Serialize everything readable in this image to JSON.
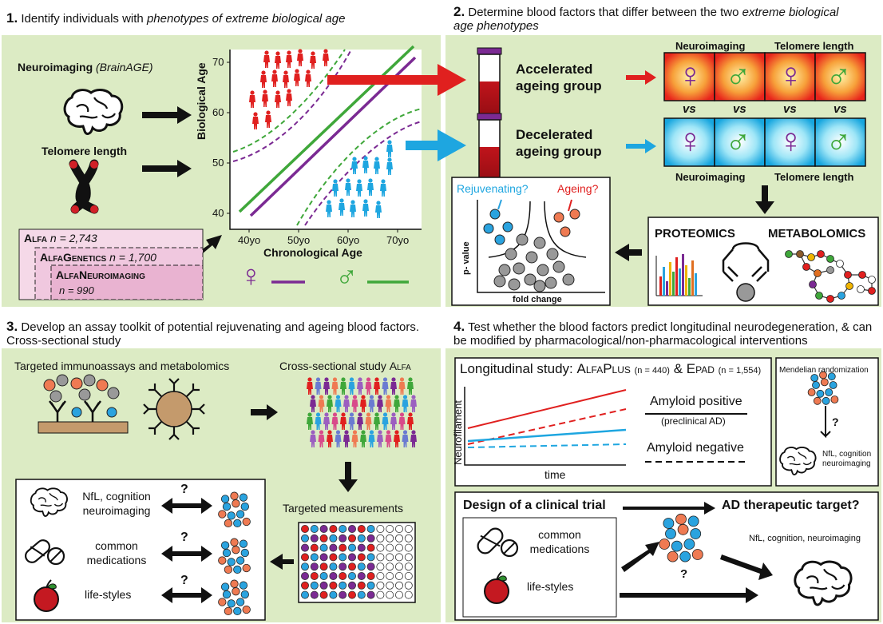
{
  "panel1": {
    "number": "1.",
    "title_plain": "Identify individuals with ",
    "title_italic": "phenotypes of extreme biological age",
    "neuroimaging_label": "Neuroimaging",
    "neuroimaging_sub": "(BrainAGE)",
    "telomere_label": "Telomere length",
    "cohort": {
      "alfa": "Alfa",
      "alfa_n": "n = 2,743",
      "genetics": "AlfaGenetics",
      "genetics_n": "n = 1,700",
      "neuro": "AlfaNeuroimaging",
      "neuro_n": "n = 990"
    },
    "chart": {
      "ylabel": "Biological Age",
      "xlabel": "Chronological Age",
      "yticks": [
        "70",
        "60",
        "50",
        "40"
      ],
      "xticks": [
        "40yo",
        "50yo",
        "60yo",
        "70yo"
      ]
    },
    "legend_female": "♀",
    "legend_male": "♂"
  },
  "panel2": {
    "number": "2.",
    "title_plain": "Determine blood factors that differ between the two ",
    "title_italic": "extreme biological age phenotypes",
    "accelerated": "Accelerated ageing group",
    "decelerated": "Decelerated ageing group",
    "top_neuro": "Neuroimaging",
    "top_telomere": "Telomere length",
    "bottom_neuro": "Neuroimaging",
    "bottom_telomere": "Telomere length",
    "vs": [
      "vs",
      "vs",
      "vs",
      "vs"
    ],
    "volcano": {
      "rejuvenating": "Rejuvenating?",
      "ageing": "Ageing?",
      "ylabel": "p- value",
      "xlabel": "fold change"
    },
    "proteomics": "PROTEOMICS",
    "metabolomics": "METABOLOMICS"
  },
  "panel3": {
    "number": "3.",
    "title": "Develop an assay toolkit of potential rejuvenating and ageing blood factors. Cross-sectional study",
    "immuno": "Targeted immunoassays and metabolomics",
    "cross": "Cross-sectional study",
    "cross_alfa": "Alfa",
    "measurements": "Targeted measurements",
    "rows": [
      "NfL, cognition neuroimaging",
      "common medications",
      "life-styles"
    ],
    "question": "?"
  },
  "panel4": {
    "number": "4.",
    "title": "Test whether the blood factors predict longitudinal neurodegeneration, & can be modified by pharmacological/non-pharmacological interventions",
    "long_title": "Longitudinal study:",
    "alfaplus": "AlfaPlus",
    "alfaplus_n": "(n = 440)",
    "amp": "&",
    "epad": "Epad",
    "epad_n": "(n = 1,554)",
    "ylabel": "Neurofilament",
    "xlabel": "time",
    "amyloid_pos": "Amyloid positive",
    "preclinical": "(preclinical AD)",
    "amyloid_neg": "Amyloid negative",
    "mendelian": "Mendelian randomization",
    "mr_outcome": "NfL, cognition neuroimaging",
    "trial": "Design of a clinical trial",
    "target": "AD therapeutic target?",
    "common_med": "common medications",
    "lifestyles": "life-styles",
    "outcomes": "NfL, cognition, neuroimaging",
    "question": "?"
  },
  "colors": {
    "panel_bg": "#dcebc4",
    "accelerated": "#e02020",
    "decelerated": "#1ea6e0",
    "female": "#7b2a93",
    "male": "#3fa73a"
  }
}
